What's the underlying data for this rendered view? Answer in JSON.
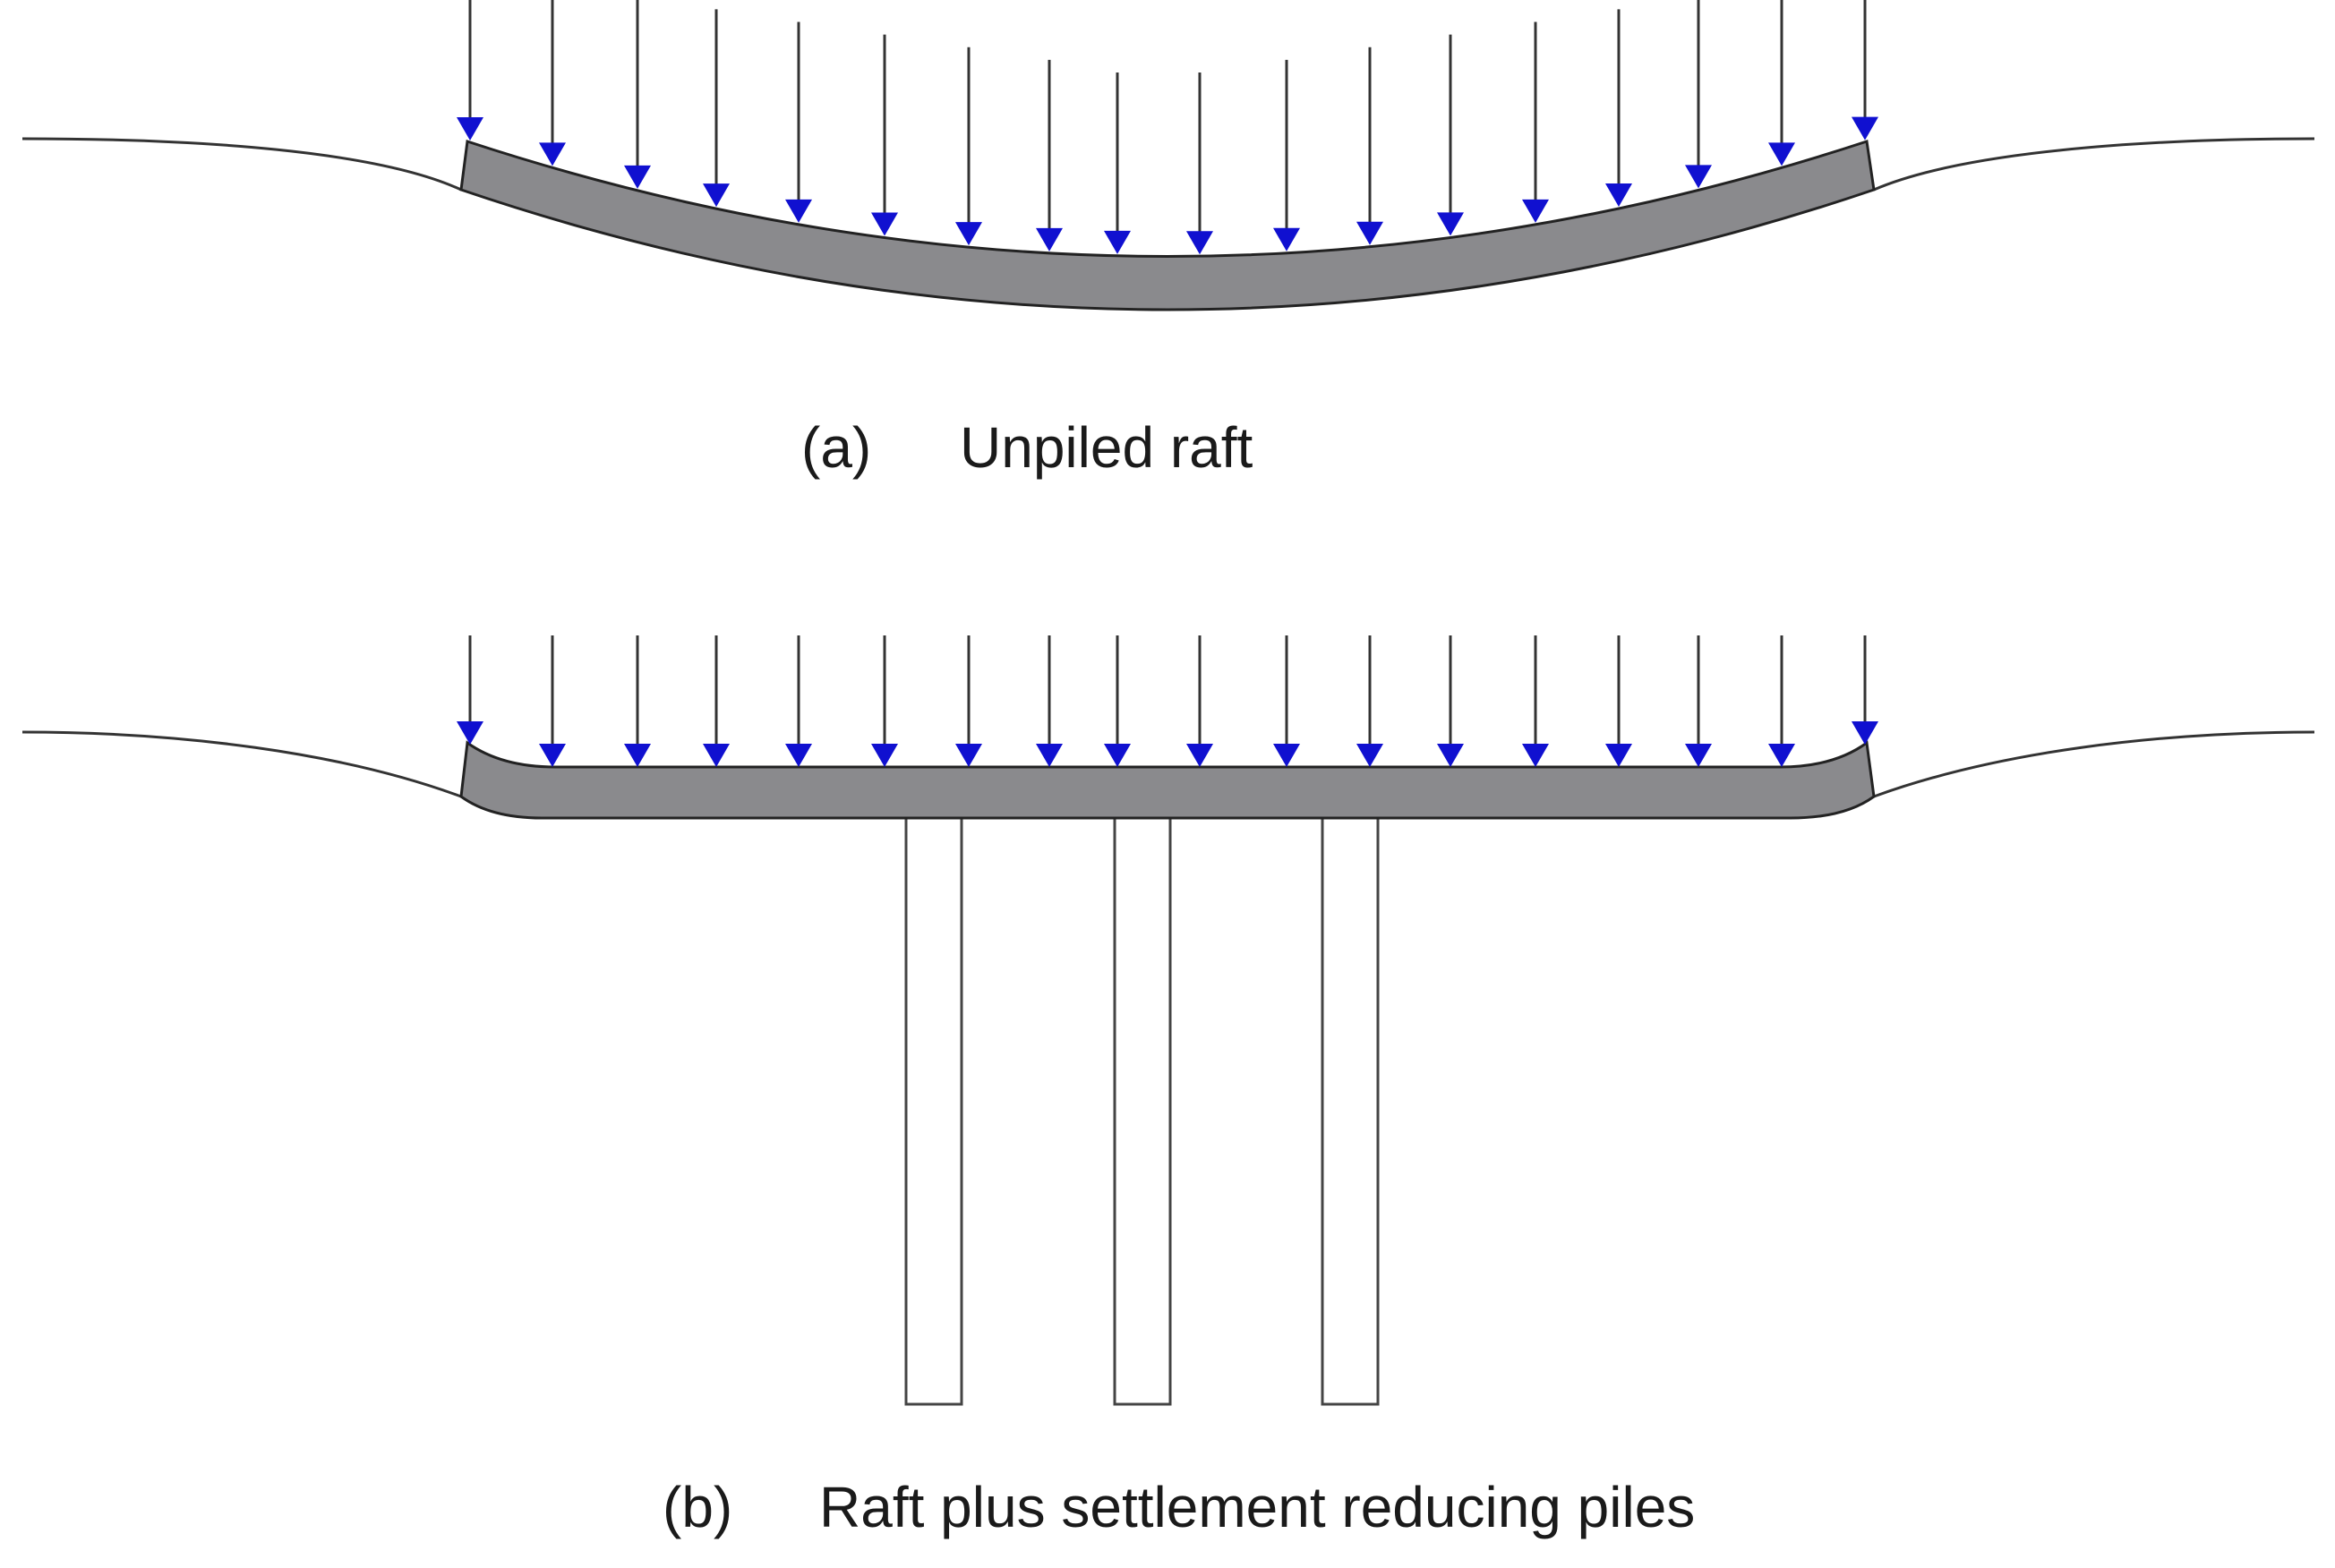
{
  "panels": {
    "a": {
      "tag": "(a)",
      "caption": "Unpiled raft"
    },
    "b": {
      "tag": "(b)",
      "caption": "Raft plus settlement reducing piles"
    }
  },
  "colors": {
    "raft_fill": "#8a8a8d",
    "load_arrow_head": "#1010d0",
    "load_arrow_shaft": "#333333",
    "ground_line": "#333333",
    "pile_outline": "#444444"
  }
}
